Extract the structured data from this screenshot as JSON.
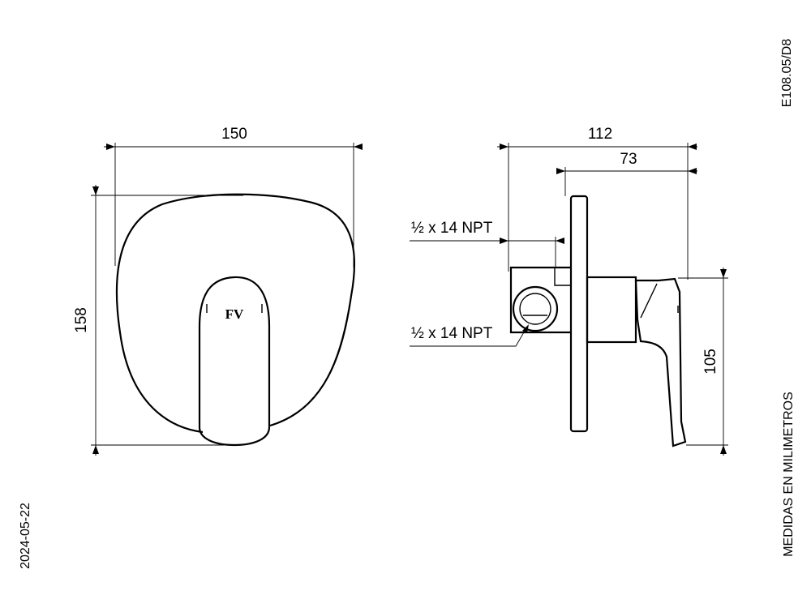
{
  "drawing_code": "E108.05/D8",
  "date": "2024-05-22",
  "units_note": "MEDIDAS EN MILIMETROS",
  "front_view": {
    "width_label": "150",
    "height_label": "158",
    "logo_text": "FV"
  },
  "side_view": {
    "depth_label": "112",
    "handle_depth_label": "73",
    "handle_height_label": "105",
    "thread_top_label": "½ x 14 NPT",
    "thread_bottom_label": "½ x 14 NPT"
  },
  "colors": {
    "line": "#000000",
    "background": "#ffffff"
  }
}
